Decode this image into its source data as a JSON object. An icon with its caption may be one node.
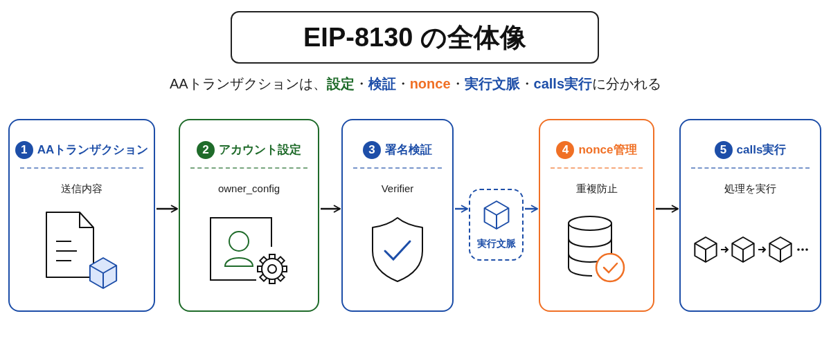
{
  "diagram": {
    "title": "EIP-8130 の全体像",
    "nodes": [
      {
        "text": [
          "1",
          "AAトランザクション",
          "送信内容"
        ]
      },
      {
        "text": [
          "2",
          "アカウント設定",
          "owner_config"
        ]
      },
      {
        "text": [
          "3",
          "署名検証",
          "Verifier"
        ]
      },
      {
        "text": [
          "実行文脈"
        ]
      },
      {
        "text": [
          "4",
          "nonce管理",
          "重複防止"
        ]
      },
      {
        "text": [
          "5",
          "calls実行",
          "処理を実行"
        ]
      }
    ],
    "edges": [
      {
        "from": 0,
        "to": 1,
        "arrow": "to"
      },
      {
        "from": 1,
        "to": 2,
        "arrow": "to"
      },
      {
        "from": 2,
        "to": 3,
        "arrow": "to",
        "color": "#1d4ea8"
      },
      {
        "from": 3,
        "to": 4,
        "arrow": "to",
        "color": "#1d4ea8"
      },
      {
        "from": 4,
        "to": 5,
        "arrow": "to"
      }
    ],
    "labels": [
      "AAトランザクションは、",
      "設定",
      "・",
      "検証",
      "・",
      "nonce",
      "・",
      "実行文脈",
      "・",
      "calls実行",
      "に分かれる"
    ]
  }
}
